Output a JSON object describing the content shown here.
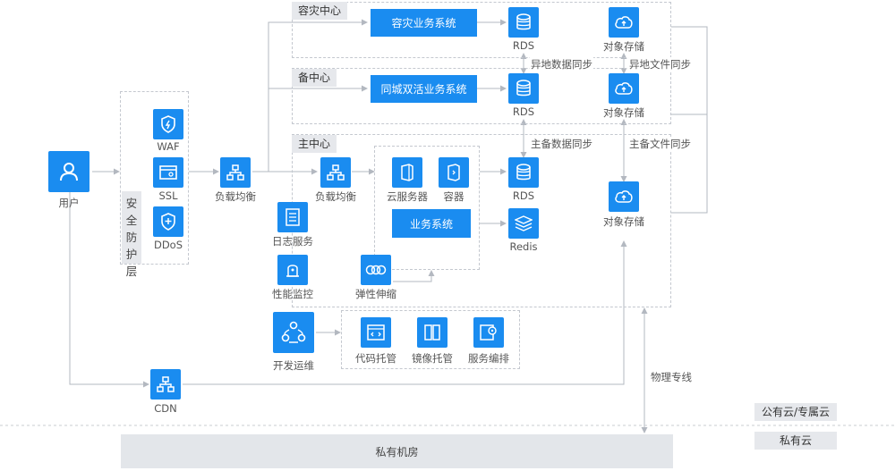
{
  "zones": {
    "dr": "容灾中心",
    "backup": "备中心",
    "main": "主中心"
  },
  "security_layer": "安全防护层",
  "nodes": {
    "user": "用户",
    "waf": "WAF",
    "ssl": "SSL",
    "ddos": "DDoS",
    "lb_outer": "负载均衡",
    "lb_inner": "负载均衡",
    "log_service": "日志服务",
    "perf_monitor": "性能监控",
    "cloud_server": "云服务器",
    "container": "容器",
    "elastic_scaling": "弹性伸缩",
    "rds_main": "RDS",
    "redis": "Redis",
    "oss_main": "对象存储",
    "rds_backup": "RDS",
    "oss_backup": "对象存储",
    "rds_dr": "RDS",
    "oss_dr": "对象存储",
    "devops": "开发运维",
    "code_hosting": "代码托管",
    "image_hosting": "镜像托管",
    "service_orchestration": "服务编排",
    "cdn": "CDN"
  },
  "biz_boxes": {
    "dr": "容灾业务系统",
    "backup": "同城双活业务系统",
    "main": "业务系统"
  },
  "sync_labels": {
    "remote_data": "异地数据同步",
    "remote_file": "异地文件同步",
    "primary_data": "主备数据同步",
    "primary_file": "主备文件同步"
  },
  "dedicated_line": "物理专线",
  "legend": {
    "public": "公有云/专属云",
    "private": "私有云"
  },
  "private_room": "私有机房",
  "colors": {
    "accent": "#1a8cf0",
    "tag_bg": "#e6e8ec",
    "line": "#b3b8c0"
  }
}
